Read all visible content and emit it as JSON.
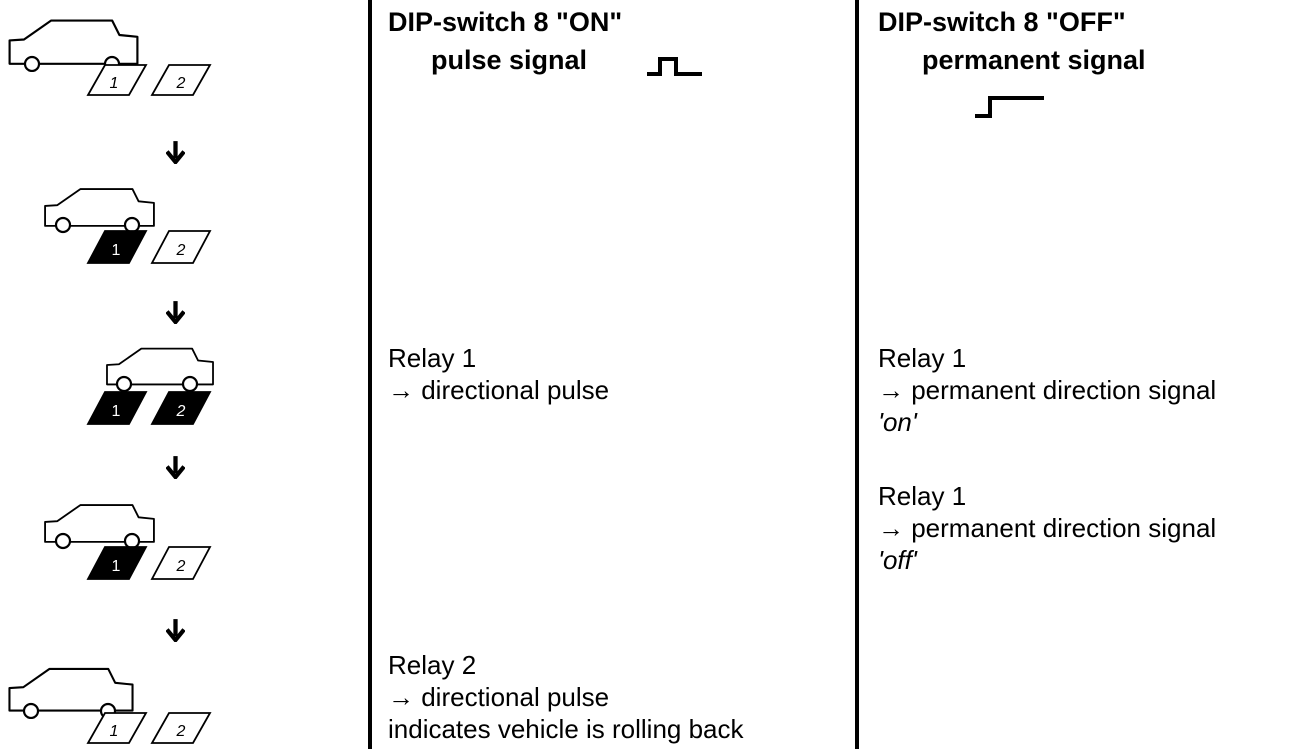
{
  "columns": {
    "on": {
      "heading_line1": "DIP-switch 8 \"ON\"",
      "heading_line2": "pulse signal"
    },
    "off": {
      "heading_line1": "DIP-switch 8 \"OFF\"",
      "heading_line2": "permanent signal"
    }
  },
  "loops": {
    "first": "1",
    "second": "2"
  },
  "steps": {
    "step3": {
      "on": {
        "line1": "Relay 1",
        "line2": "→ directional pulse"
      },
      "off": {
        "line1": "Relay 1",
        "line2": "→ permanent direction signal",
        "line3": "'on'"
      }
    },
    "step4": {
      "off": {
        "line1": "Relay 1",
        "line2": "→ permanent direction signal",
        "line3": "'off'"
      }
    },
    "step5": {
      "on": {
        "line1": "Relay 2",
        "line2": "→ directional pulse",
        "line3": "indicates vehicle is rolling back"
      }
    }
  },
  "icons": {
    "vehicle": "car-outline-icon",
    "loop": "induction-loop-icon",
    "arrow": "down-arrow-icon",
    "pulse": "pulse-waveform-icon",
    "permanent": "step-waveform-icon"
  },
  "colors": {
    "ink": "#000000",
    "background": "#ffffff"
  }
}
